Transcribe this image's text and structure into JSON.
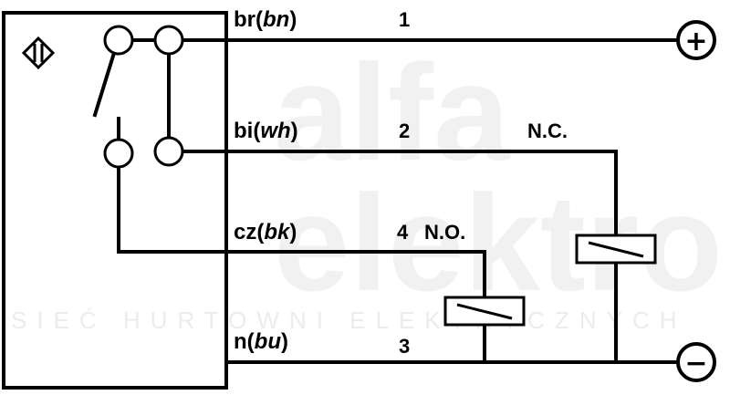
{
  "watermark": {
    "line1": "alfa",
    "line2": "elektro",
    "tagline": "SIEĆ HURTOWNI ELEKTRYCZNYCH"
  },
  "wires": [
    {
      "id": "bn",
      "label_prefix": "br(",
      "label_code": "bn",
      "label_suffix": ")",
      "terminal": "1"
    },
    {
      "id": "wh",
      "label_prefix": "bi(",
      "label_code": "wh",
      "label_suffix": ")",
      "terminal": "2"
    },
    {
      "id": "bk",
      "label_prefix": "cz(",
      "label_code": "bk",
      "label_suffix": ")",
      "terminal": "4"
    },
    {
      "id": "bu",
      "label_prefix": "n(",
      "label_code": "bu",
      "label_suffix": ")",
      "terminal": "3"
    }
  ],
  "contacts": {
    "no_label": "N.O.",
    "nc_label": "N.C."
  },
  "supply": {
    "plus_symbol": "+",
    "minus_symbol": "−"
  },
  "sensor_symbol": "inductive-sensor-icon"
}
